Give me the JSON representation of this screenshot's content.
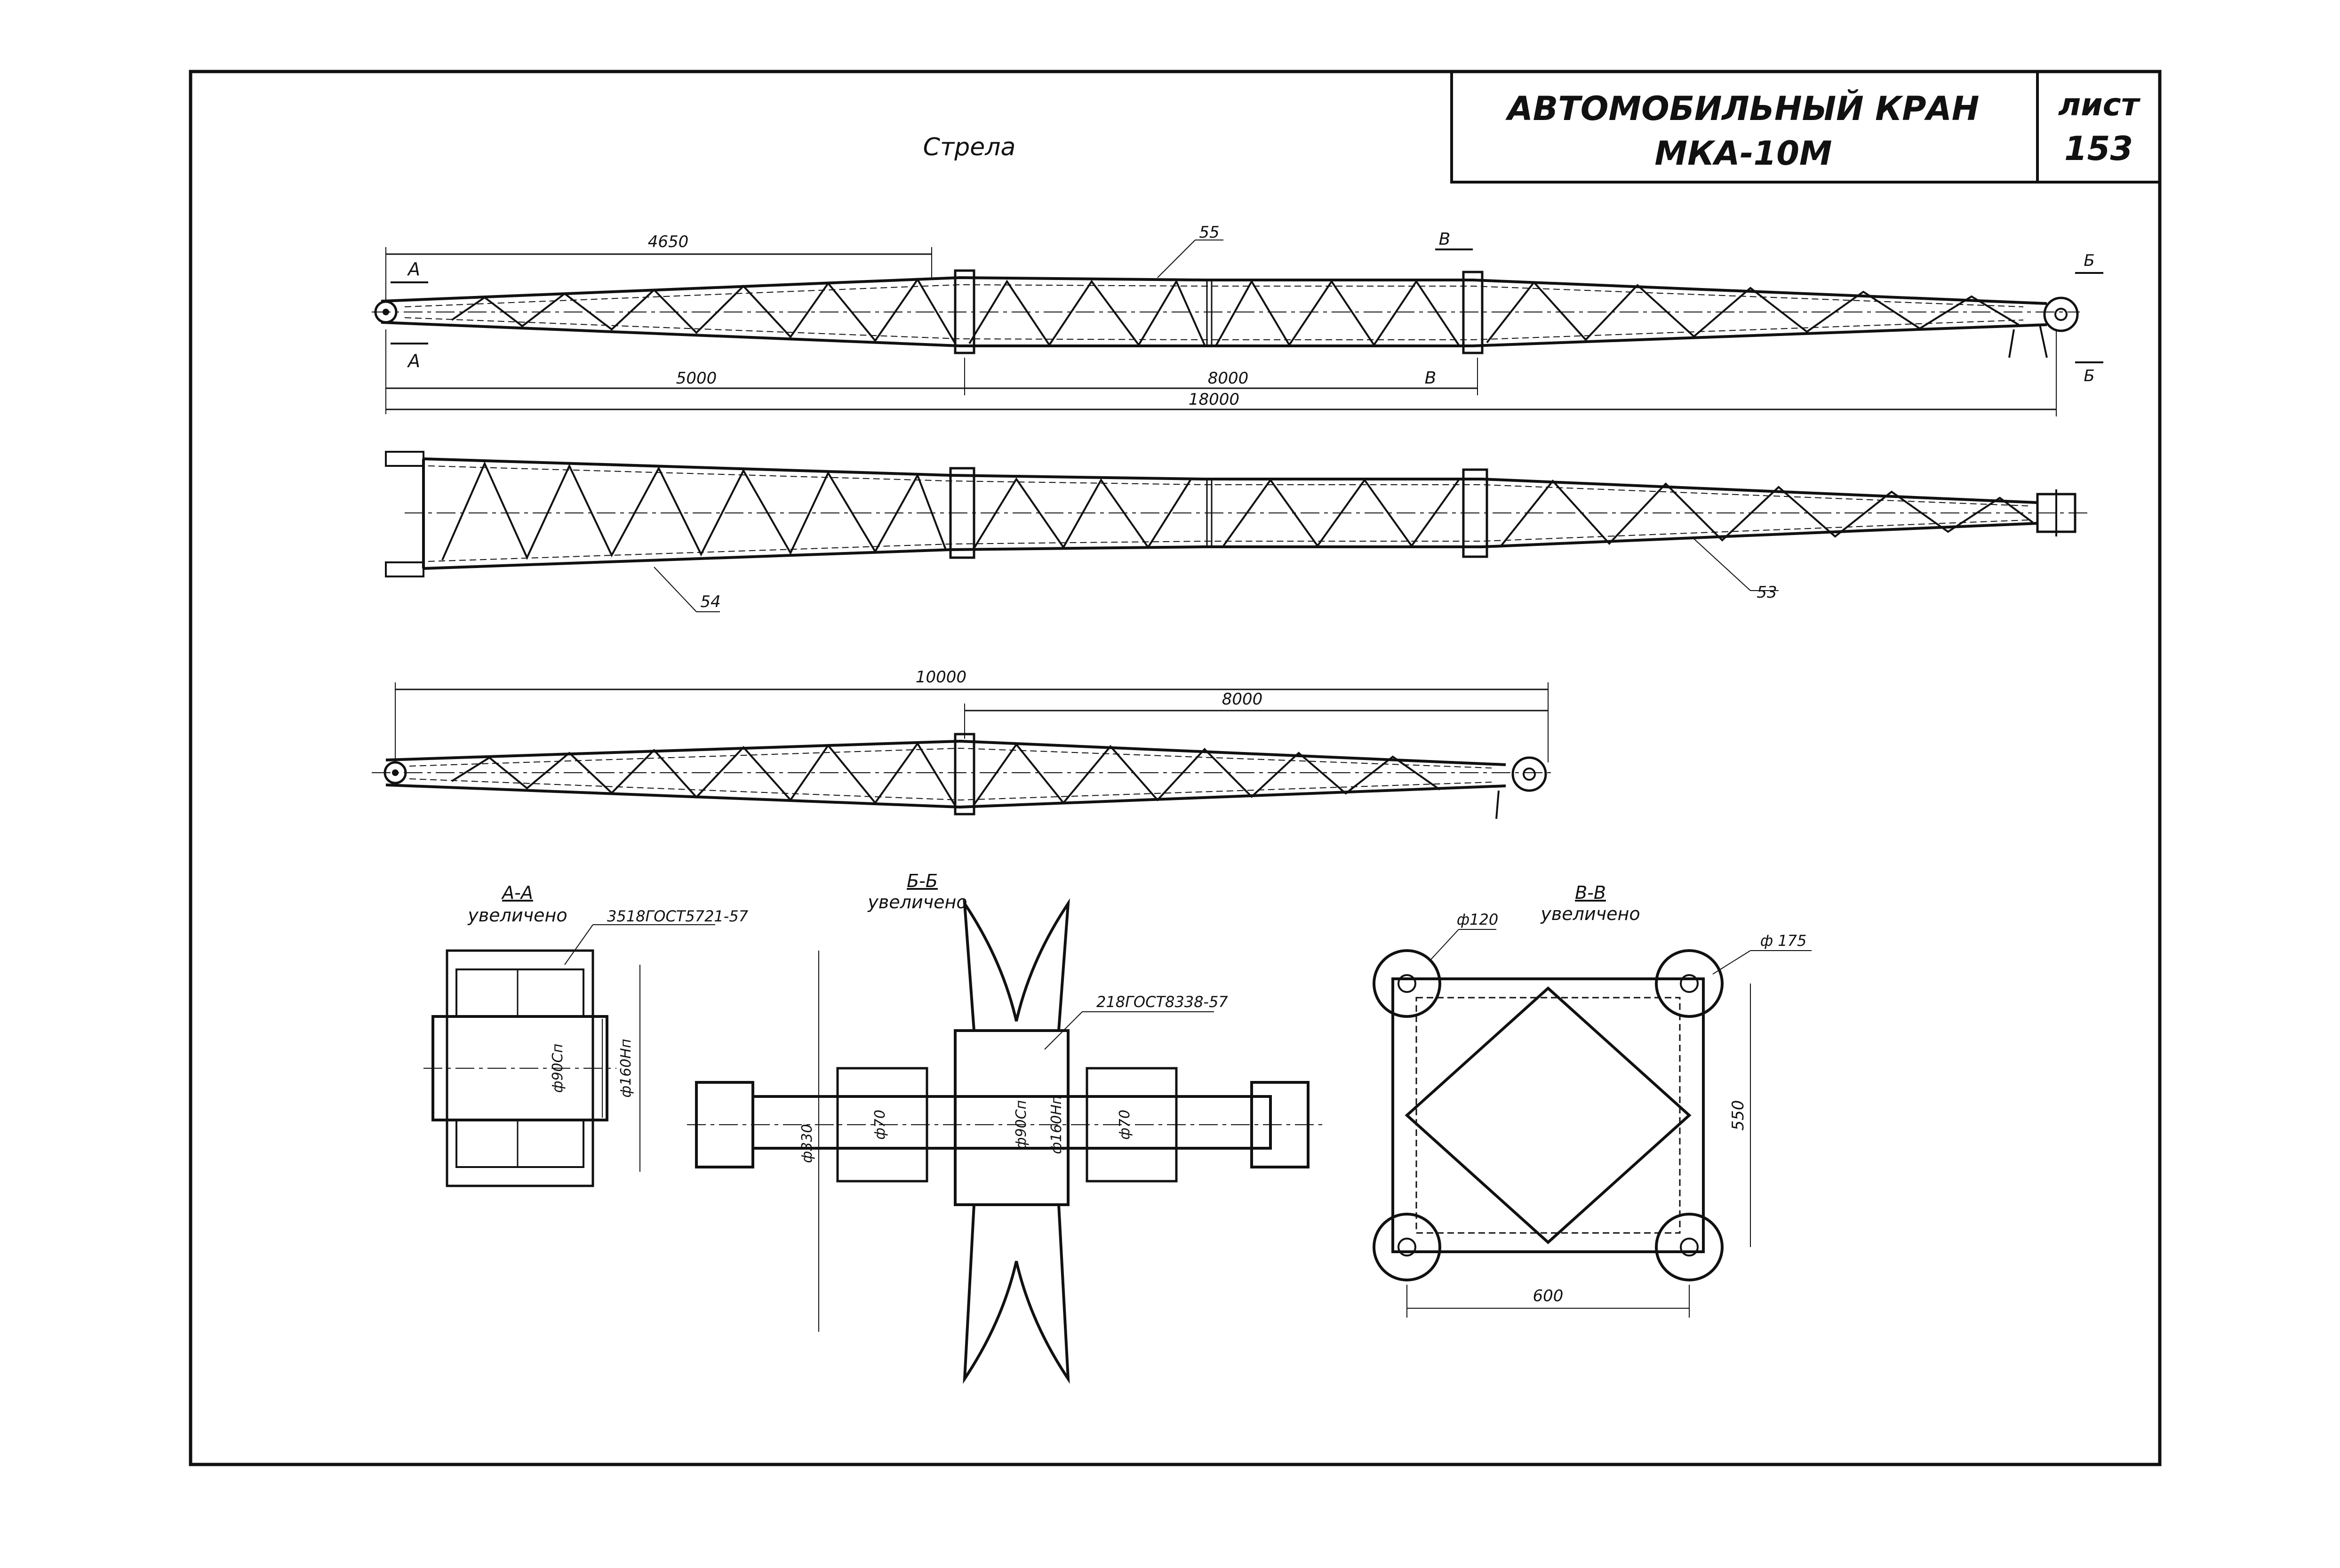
{
  "title_block": {
    "title_line1": "АВТОМОБИЛЬНЫЙ  КРАН",
    "title_line2": "МКА-10М",
    "sheet_label": "лист",
    "sheet_number": "153"
  },
  "caption": "Стрела",
  "view1": {
    "dim_4650": "4650",
    "dim_5000": "5000",
    "dim_8000": "8000",
    "dim_18000": "18000",
    "part_55": "55",
    "section_A": "А",
    "section_B": "Б",
    "section_V": "В"
  },
  "view2": {
    "part_54": "54",
    "part_53": "53"
  },
  "view3": {
    "dim_10000": "10000",
    "dim_8000": "8000"
  },
  "section_AA": {
    "title": "А-А",
    "subtitle": "увеличено",
    "bearing": "3518ГОСТ5721-57",
    "dia_90": "ф90Сп",
    "dia_160": "ф160Нп"
  },
  "section_BB": {
    "title": "Б-Б",
    "subtitle": "увеличено",
    "bearing": "218ГОСТ8338-57",
    "dia_330": "ф330",
    "dia_70a": "ф70",
    "dia_90": "ф90Сп",
    "dia_160": "ф160Нп",
    "dia_70b": "ф70"
  },
  "section_VV": {
    "title": "В-В",
    "subtitle": "увеличено",
    "dia_120": "ф120",
    "dia_175": "ф 175",
    "dim_550": "550",
    "dim_600": "600"
  }
}
